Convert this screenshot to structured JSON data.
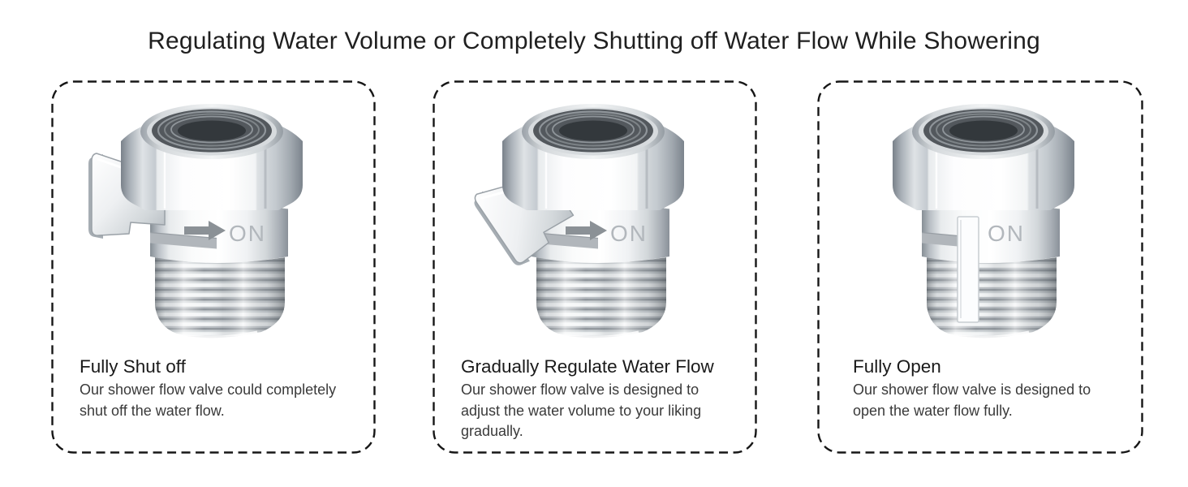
{
  "title": "Regulating Water Volume or Completely Shutting off Water Flow While Showering",
  "colors": {
    "background": "#ffffff",
    "title_text": "#1f1f1f",
    "heading": "#1a1a1a",
    "body_text": "#3a3a3a",
    "panel_border": "#161616",
    "valve_marking": "#b2b7bc",
    "valve_arrow": "#8b9196"
  },
  "panels": [
    {
      "heading": "Fully Shut off",
      "body": "Our shower flow valve could completely shut off the water flow.",
      "valve_label": "ON",
      "valve_state": "lever-horizontal-shut"
    },
    {
      "heading": "Gradually Regulate Water Flow",
      "body": "Our shower flow valve is designed to adjust the water volume to your liking gradually.",
      "valve_label": "ON",
      "valve_state": "lever-diagonal-partially-open"
    },
    {
      "heading": "Fully Open",
      "body": "Our shower flow valve is designed to open the water flow fully.",
      "valve_label": "ON",
      "valve_state": "lever-vertical-fully-open"
    }
  ]
}
